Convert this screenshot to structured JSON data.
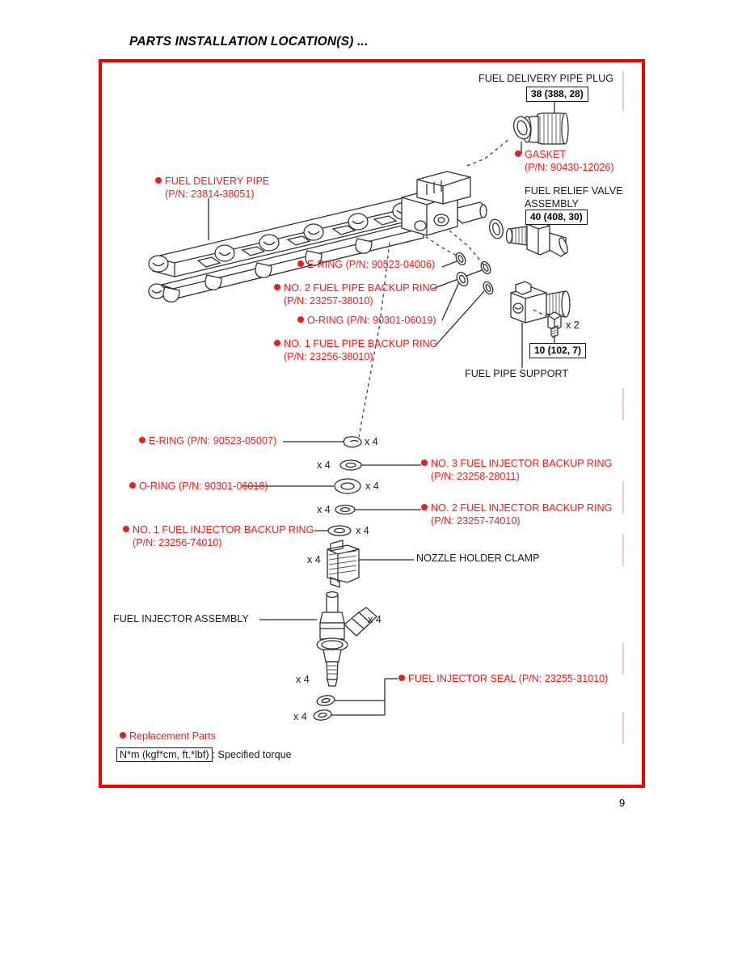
{
  "document": {
    "title": "PARTS INSTALLATION LOCATION(S) ...",
    "page_number": "9"
  },
  "theme": {
    "frame_color": "#ee0000",
    "replacement_part_color": "#e8201c",
    "text_color": "#1a1a1a"
  },
  "legend": {
    "replacement_parts": "Replacement Parts",
    "torque_symbol": "N*m (kgf*cm, ft.*lbf)",
    "torque_meaning": ": Specified torque"
  },
  "callouts": {
    "fuel_delivery_pipe_plug": {
      "label": "FUEL DELIVERY PIPE PLUG"
    },
    "fuel_relief_valve_assembly": {
      "line1": "FUEL RELIEF VALVE",
      "line2": "ASSEMBLY"
    },
    "fuel_pipe_support": {
      "label": "FUEL PIPE SUPPORT"
    },
    "nozzle_holder_clamp": {
      "label": "NOZZLE HOLDER CLAMP"
    },
    "fuel_injector_assembly": {
      "label": "FUEL INJECTOR ASSEMBLY"
    },
    "gasket": {
      "name": "GASKET",
      "part_number": "(P/N: 90430-12026)"
    },
    "fuel_delivery_pipe": {
      "name": "FUEL DELIVERY PIPE",
      "part_number": "(P/N: 23814-38051)"
    },
    "e_ring_upper": {
      "name": "E-RING (P/N: 90523-04006)"
    },
    "no2_fuel_pipe_backup_ring": {
      "name": "NO. 2 FUEL PIPE BACKUP RING",
      "part_number": "(P/N: 23257-38010)"
    },
    "o_ring_upper": {
      "name": "O-RING (P/N: 90301-06019)"
    },
    "no1_fuel_pipe_backup_ring": {
      "name": "NO. 1 FUEL PIPE BACKUP RING",
      "part_number": "(P/N: 23256-38010)"
    },
    "e_ring_lower": {
      "name": "E-RING (P/N: 90523-05007)"
    },
    "no3_fuel_injector_backup_ring": {
      "name": "NO. 3 FUEL INJECTOR BACKUP RING",
      "part_number": "(P/N: 23258-28011)"
    },
    "o_ring_lower": {
      "name": "O-RING (P/N: 90301-06018)"
    },
    "no2_fuel_injector_backup_ring": {
      "name": "NO. 2 FUEL INJECTOR BACKUP RING",
      "part_number": "(P/N: 23257-74010)"
    },
    "no1_fuel_injector_backup_ring": {
      "name": "NO. 1 FUEL INJECTOR BACKUP RING",
      "part_number": "(P/N: 23256-74010)"
    },
    "fuel_injector_seal": {
      "name": "FUEL INJECTOR SEAL (P/N: 23255-31010)"
    }
  },
  "torque_specs": {
    "pipe_plug": "38 (388, 28)",
    "relief_valve": "40 (408, 30)",
    "pipe_support_bolt": "10 (102, 7)"
  },
  "quantities": {
    "support_bolt": "x 2",
    "e_ring_lower": "x 4",
    "no3_backup_ring": "x 4",
    "o_ring_lower": "x 4",
    "no2_backup_ring": "x 4",
    "no1_backup_ring": "x 4",
    "nozzle_holder_clamp": "x 4",
    "fuel_injector_assembly": "x 4",
    "injector_seal_upper": "x 4",
    "injector_seal_lower": "x 4"
  }
}
